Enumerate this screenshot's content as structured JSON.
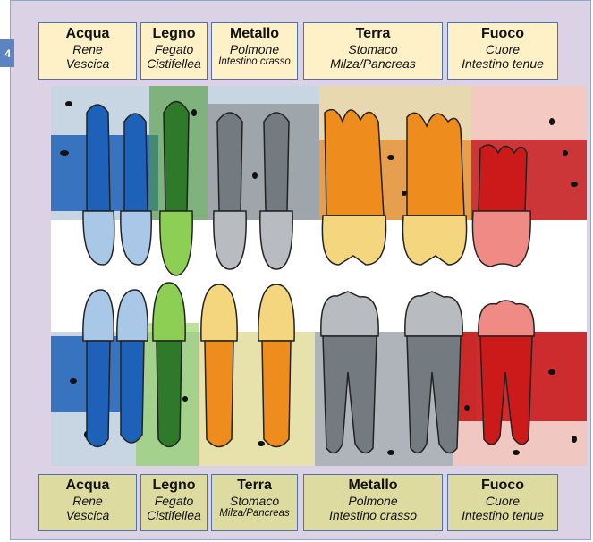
{
  "figure_number": "4",
  "top_labels": [
    {
      "element": "Acqua",
      "organ1": "Rene",
      "organ2": "Vescica"
    },
    {
      "element": "Legno",
      "organ1": "Fegato",
      "organ2": "Cistifellea"
    },
    {
      "element": "Metallo",
      "organ1": "Polmone",
      "organ2": "Intestino crasso"
    },
    {
      "element": "Terra",
      "organ1": "Stomaco",
      "organ2": "Milza/Pancreas"
    },
    {
      "element": "Fuoco",
      "organ1": "Cuore",
      "organ2": "Intestino tenue"
    }
  ],
  "bottom_labels": [
    {
      "element": "Acqua",
      "organ1": "Rene",
      "organ2": "Vescica"
    },
    {
      "element": "Legno",
      "organ1": "Fegato",
      "organ2": "Cistifellea"
    },
    {
      "element": "Terra",
      "organ1": "Stomaco",
      "organ2": "Milza/Pancreas"
    },
    {
      "element": "Metallo",
      "organ1": "Polmone",
      "organ2": "Intestino crasso"
    },
    {
      "element": "Fuoco",
      "organ1": "Cuore",
      "organ2": "Intestino tenue"
    }
  ],
  "colors": {
    "acqua_root": "#1d62b8",
    "acqua_crown": "#a9c8e8",
    "legno_root": "#2f7a2a",
    "legno_crown": "#8ccf54",
    "metallo_root": "#737a80",
    "metallo_crown": "#b8bcc0",
    "terra_root": "#ef8c1e",
    "terra_crown": "#f4d67e",
    "fuoco_root": "#cc1a1a",
    "fuoco_crown": "#f08a85"
  }
}
